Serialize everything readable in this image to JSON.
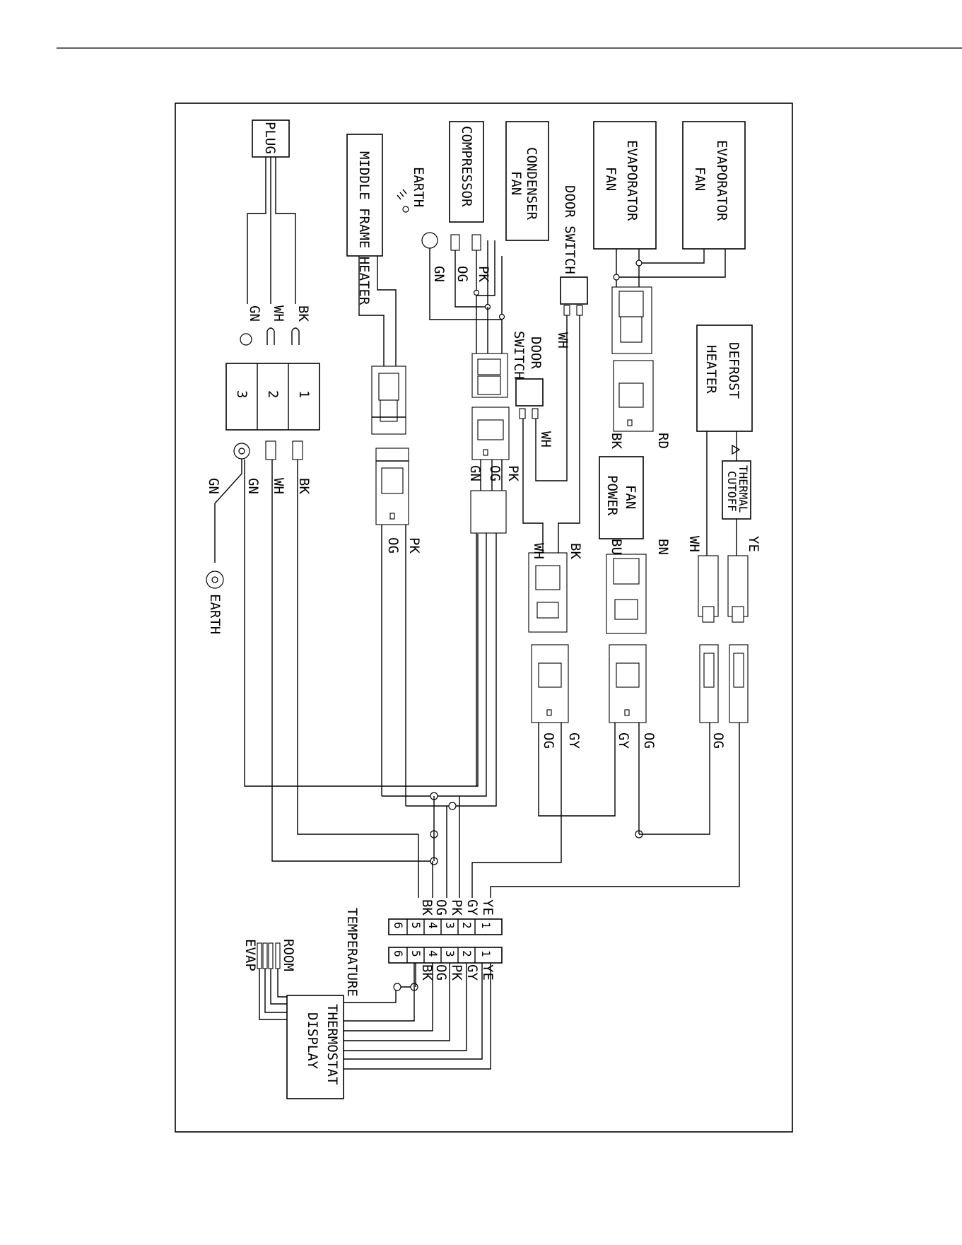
{
  "components": {
    "plug": "PLUG",
    "middle_frame_heater": "MIDDLE FRAME HEATER",
    "compressor": "COMPRESSOR",
    "condenser_fan": [
      "CONDENSER",
      "FAN"
    ],
    "evaporator_fan_1": [
      "EVAPORATOR",
      "FAN"
    ],
    "evaporator_fan_2": [
      "EVAPORATOR",
      "FAN"
    ],
    "door_switch_top": "DOOR SWITCH",
    "door_switch_mid": [
      "DOOR",
      "SWITCH"
    ],
    "defrost_heater": [
      "DEFROST",
      "HEATER"
    ],
    "thermal_cutoff": [
      "THERMAL",
      "CUTOFF"
    ],
    "fan_power": [
      "FAN",
      "POWER"
    ],
    "thermostat_display": [
      "THERMOSTAT",
      "DISPLAY"
    ],
    "earth_top": "EARTH",
    "earth_bottom": "EARTH",
    "temperature": "TEMPERATURE",
    "room": "ROOM",
    "evap": "EVAP"
  },
  "terminal_block": [
    "1",
    "2",
    "3"
  ],
  "wires": {
    "plug_gn": "GN",
    "plug_wh": "WH",
    "plug_bk": "BK",
    "main_bk": "BK",
    "main_wh": "WH",
    "main_gn": "GN",
    "earth_gn": "GN",
    "comp_pk": "PK",
    "comp_og": "OG",
    "comp_gn": "GN",
    "ds_wh_top": "WH",
    "ds_wh_mid": "WH",
    "harness_pk": "PK",
    "harness_og": "OG",
    "harness_gn": "GN",
    "mfh_pk": "PK",
    "mfh_og": "OG",
    "fp_bk": "BK",
    "fp_rd": "RD",
    "fp_bu": "BU",
    "fp_bn": "BN",
    "ds_conn_wh": "WH",
    "ds_conn_bk": "BK",
    "dh_wh": "WH",
    "dh_ye": "YE",
    "c1_og": "OG",
    "c1_gy": "GY",
    "c2_gy": "GY",
    "c2_og": "OG",
    "c3_og": "OG"
  },
  "connector_top_colors": [
    "BK",
    "OG",
    "PK",
    "GY",
    "YE"
  ],
  "connector_top_pins": [
    "6",
    "5",
    "4",
    "3",
    "2",
    "1"
  ],
  "connector_bottom_pins": [
    "6",
    "5",
    "4",
    "3",
    "2",
    "1"
  ],
  "connector_bottom_colors": [
    "BK",
    "OG",
    "PK",
    "GY",
    "YE"
  ]
}
